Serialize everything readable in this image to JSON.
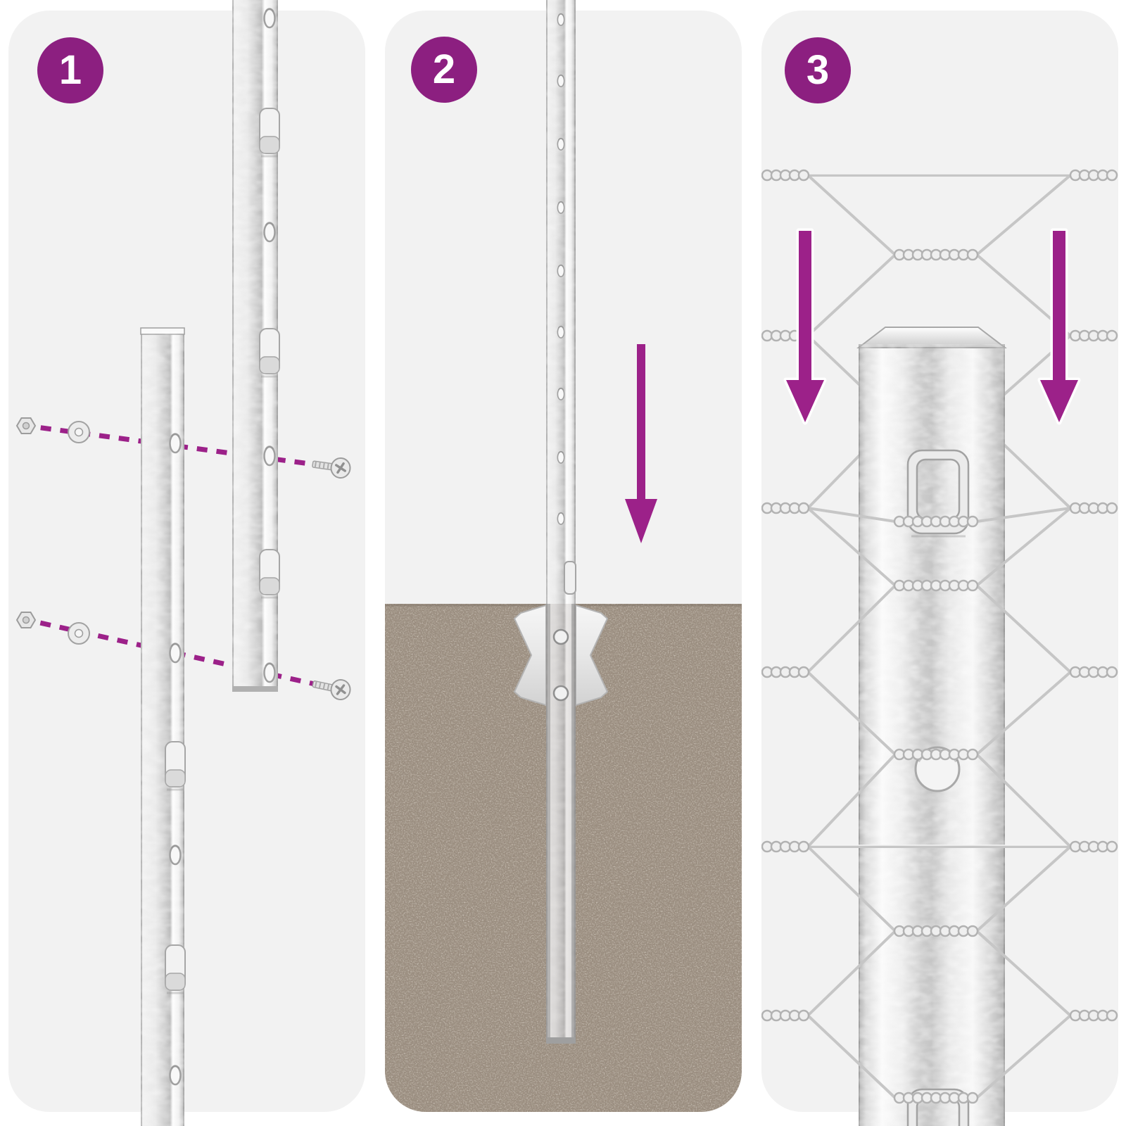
{
  "steps": [
    {
      "badge": "1",
      "illustration": "two-posts-bolted-together",
      "parts": [
        "u-channel-post-left",
        "u-channel-post-right",
        "bolt-hole",
        "stamped-tab",
        "dashed-assembly-line",
        "hex-nut",
        "washer",
        "phillips-screw"
      ]
    },
    {
      "badge": "2",
      "illustration": "post-driven-into-ground",
      "parts": [
        "post",
        "oval-hole",
        "ground-anchor-plate",
        "soil-cross-section",
        "down-arrow"
      ]
    },
    {
      "badge": "3",
      "illustration": "wire-mesh-attached-to-post",
      "parts": [
        "post-close-up",
        "retaining-tab",
        "round-hole",
        "wire-mesh",
        "twisted-wire-splice",
        "down-arrow-left",
        "down-arrow-right"
      ]
    }
  ],
  "colors": {
    "page_background": "#ffffff",
    "panel_background": "#f2f2f2",
    "badge": "#8c1f80",
    "accent": "#9c2189",
    "soil": "#9a8d7f",
    "wire": "#c6c6c6",
    "metal_light": "#f7f7f7",
    "metal_dark": "#bdbdbd"
  }
}
